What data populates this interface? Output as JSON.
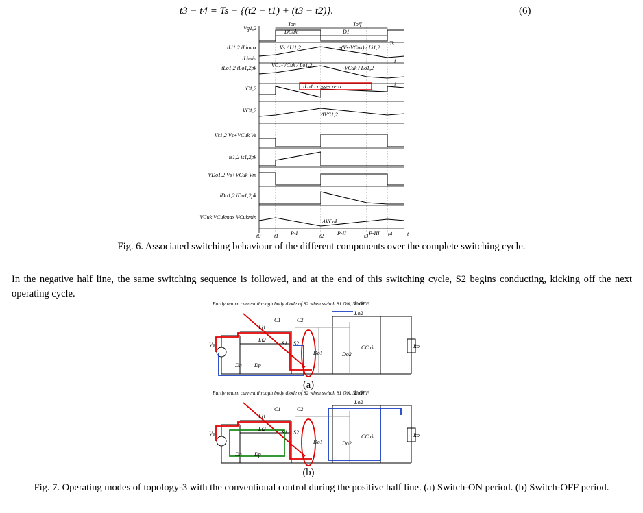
{
  "equation": {
    "text": "t3 − t4 = Ts − {(t2 − t1) + (t3 − t2)}.",
    "number": "(6)"
  },
  "fig6": {
    "caption": "Fig. 6. Associated switching behaviour of the different components over the complete switching cycle.",
    "top_labels": {
      "ton": "Ton",
      "toff": "Toff",
      "dcuk": "DCuk",
      "d1": "D1",
      "ts": "Ts"
    },
    "y_labels": [
      "Vg1,2",
      "iLi1,2 iLimax",
      "iLimin",
      "iLo1,2 iLo1,2pk",
      "iC1,2",
      "VC1,2",
      "Vs1,2 Vs+VCuk Vs",
      "is1,2 is1,2pk",
      "VDo1,2 Vs+VCuk Vm",
      "iDo1,2 iDo1,2pk",
      "VCuk VCukmax VCukmin"
    ],
    "annotations": {
      "slope1": "Vs / Li1,2",
      "slope2": "-(Vs-VCuk) / Li1,2",
      "slope3": "VC1-VCuk / Lo1,2",
      "slope4": "-VCuk / Lo1,2",
      "cross": "iLo1 crosses zero",
      "dvc": "ΔVC1,2",
      "dvcuk": "ΔVCuk",
      "i": "i"
    },
    "time_labels": [
      "t0",
      "t1",
      "t2",
      "t3",
      "t4",
      "t"
    ],
    "phase_labels": [
      "P-I",
      "P-II",
      "P-III"
    ]
  },
  "paragraph": "In the negative half line, the same switching sequence is followed, and at the end of this switching cycle, S2 begins conducting, kicking off the next operating cycle.",
  "fig7": {
    "note": "Partly return current through body diode of S2 when switch S1 ON, S2 OFF",
    "labels": {
      "li1": "Li1",
      "li2": "Li2",
      "c1": "C1",
      "c2": "C2",
      "s1": "S1",
      "s2": "S2",
      "lo1": "Lo1",
      "lo2": "Lo2",
      "do1": "Do1",
      "do2": "Do2",
      "ccuk": "CCuk",
      "ro": "Ro",
      "dn": "Dn",
      "dp": "Dp",
      "vs": "Vs"
    },
    "sub_a": "(a)",
    "sub_b": "(b)",
    "caption": "Fig. 7. Operating modes of topology-3 with the conventional control during the positive half line. (a) Switch-ON period. (b) Switch-OFF period."
  }
}
